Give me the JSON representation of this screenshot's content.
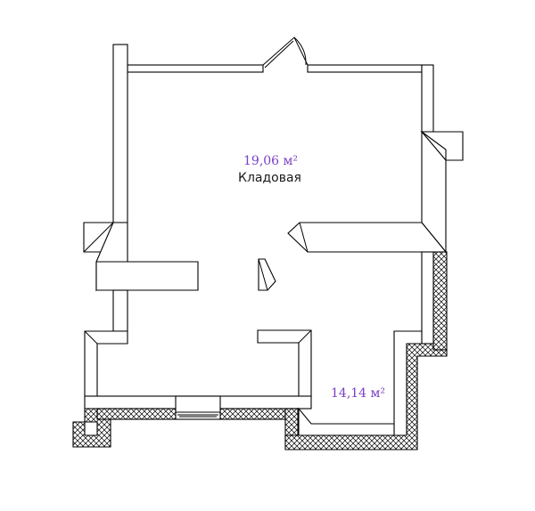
{
  "rooms": [
    {
      "area": "19,06 м²",
      "name": "Кладовая"
    },
    {
      "area": "14,14 м²"
    }
  ],
  "colors": {
    "area_text": "#7b3fc4",
    "wall_stroke": "#000000",
    "background": "#ffffff"
  }
}
